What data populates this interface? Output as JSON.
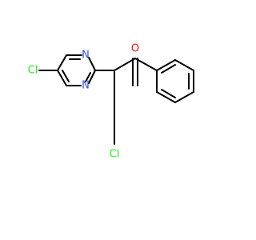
{
  "colors": {
    "bond": "#000000",
    "nitrogen": "#3050F8",
    "oxygen": "#FF0D0D",
    "chlorine": "#1FF01F",
    "background": "#ffffff"
  },
  "molecule": {
    "atoms": [
      {
        "id": "cl1",
        "label": "Cl",
        "element": "chlorine"
      },
      {
        "id": "n1",
        "label": "N",
        "element": "nitrogen"
      },
      {
        "id": "n2",
        "label": "N",
        "element": "nitrogen"
      },
      {
        "id": "o1",
        "label": "O",
        "element": "oxygen"
      },
      {
        "id": "cl2",
        "label": "Cl",
        "element": "chlorine"
      }
    ]
  }
}
